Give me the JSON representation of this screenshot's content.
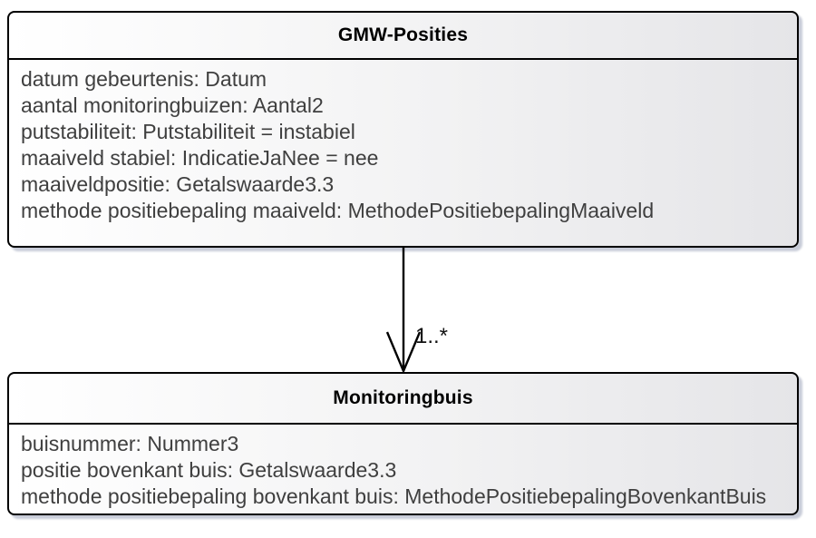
{
  "diagram": {
    "background_color": "#ffffff",
    "box_border_color": "#000000",
    "box_fill_gradient_from": "#ffffff",
    "box_fill_gradient_to": "#e5e5e8",
    "box_shadow_color": "#c8ccd8",
    "attribute_text_color": "#3f3f3f",
    "classes": [
      {
        "name": "GMW-Posities",
        "attributes": [
          "datum gebeurtenis: Datum",
          "aantal monitoringbuizen: Aantal2",
          "putstabiliteit: Putstabiliteit = instabiel",
          "maaiveld stabiel: IndicatieJaNee = nee",
          "maaiveldpositie: Getalswaarde3.3",
          "methode positiebepaling maaiveld: MethodePositiebepalingMaaiveld"
        ]
      },
      {
        "name": "Monitoringbuis",
        "attributes": [
          "buisnummer: Nummer3",
          "positie bovenkant buis: Getalswaarde3.3",
          "methode positiebepaling bovenkant buis: MethodePositiebepalingBovenkantBuis"
        ]
      }
    ],
    "association": {
      "source_class": "GMW-Posities",
      "target_class": "Monitoringbuis",
      "target_multiplicity": "1..*"
    }
  }
}
